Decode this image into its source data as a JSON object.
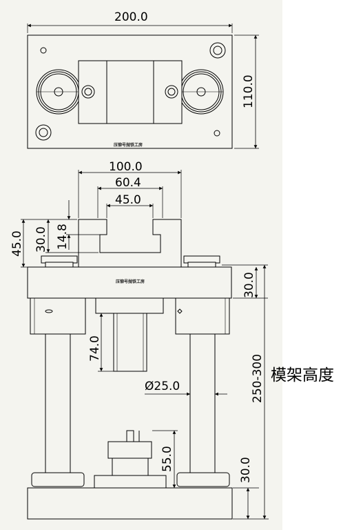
{
  "dimensions": {
    "top_width": "200.0",
    "top_height": "110.0",
    "press_width": "100.0",
    "slot_outer_width": "60.4",
    "slot_inner_width": "45.0",
    "press_height": "45.0",
    "slot_depth": "30.0",
    "slot_step": "14.8",
    "plate_thickness_top": "30.0",
    "ram_length": "74.0",
    "column_diameter": "Ø25.0",
    "die_height": "55.0",
    "base_thickness": "30.0",
    "frame_height_range": "250-300"
  },
  "labels": {
    "frame_height": "模架高度",
    "plate_mark_top": "压铆号抛铁工房",
    "plate_mark_front": "压铆号抛铁工房"
  }
}
